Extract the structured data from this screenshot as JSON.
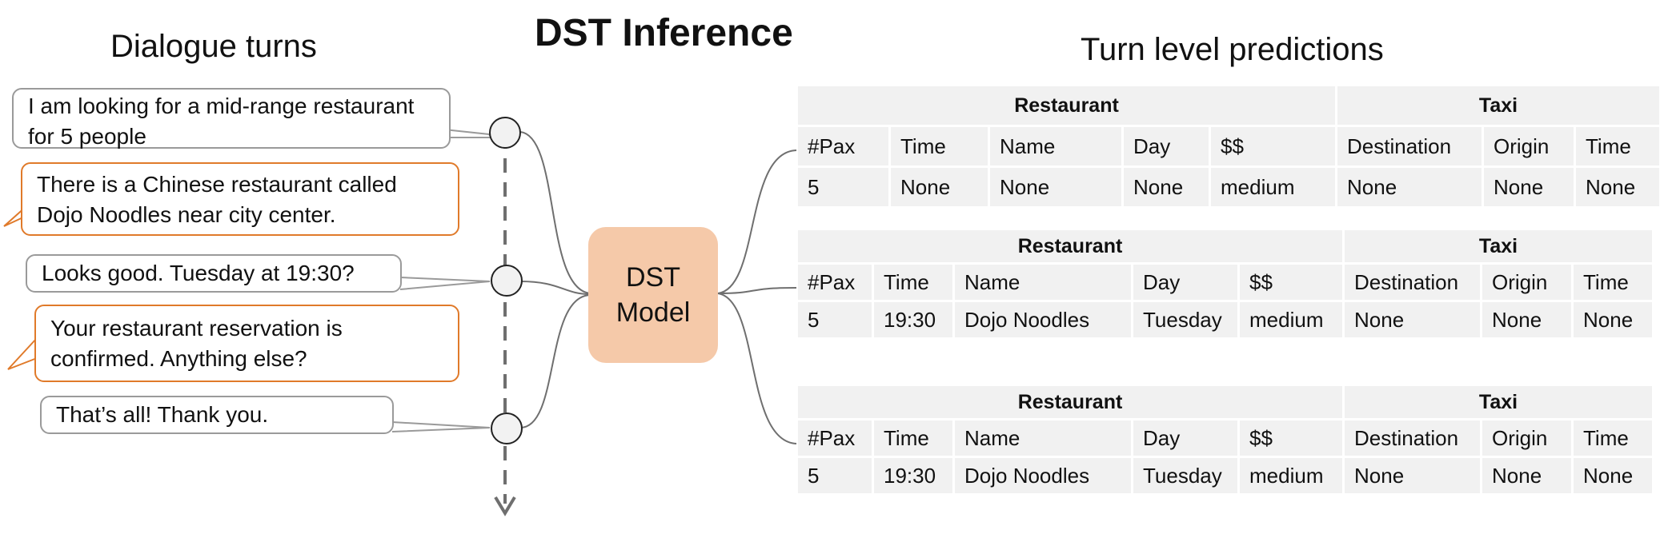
{
  "title": "DST Inference",
  "dialogue_heading": "Dialogue turns",
  "predictions_heading": "Turn level predictions",
  "model_label_line1": "DST",
  "model_label_line2": "Model",
  "turns": [
    {
      "speaker": "user",
      "line1": "I am looking for a mid-range restaurant",
      "line2": "for 5 people"
    },
    {
      "speaker": "system",
      "line1": "There is a Chinese restaurant called",
      "line2": "Dojo Noodles near city center."
    },
    {
      "speaker": "user",
      "line1": "Looks good. Tuesday at 19:30?"
    },
    {
      "speaker": "system",
      "line1": "Your restaurant reservation is",
      "line2": "confirmed. Anything else?"
    },
    {
      "speaker": "user",
      "line1": "That’s all! Thank you."
    }
  ],
  "tables": [
    {
      "domain_restaurant": "Restaurant",
      "domain_taxi": "Taxi",
      "headers": [
        "#Pax",
        "Time",
        "Name",
        "Day",
        "$$",
        "Destination",
        "Origin",
        "Time"
      ],
      "values": [
        "5",
        "None",
        "None",
        "None",
        "medium",
        "None",
        "None",
        "None"
      ]
    },
    {
      "domain_restaurant": "Restaurant",
      "domain_taxi": "Taxi",
      "headers": [
        "#Pax",
        "Time",
        "Name",
        "Day",
        "$$",
        "Destination",
        "Origin",
        "Time"
      ],
      "values": [
        "5",
        "19:30",
        "Dojo Noodles",
        "Tuesday",
        "medium",
        "None",
        "None",
        "None"
      ]
    },
    {
      "domain_restaurant": "Restaurant",
      "domain_taxi": "Taxi",
      "headers": [
        "#Pax",
        "Time",
        "Name",
        "Day",
        "$$",
        "Destination",
        "Origin",
        "Time"
      ],
      "values": [
        "5",
        "19:30",
        "Dojo Noodles",
        "Tuesday",
        "medium",
        "None",
        "None",
        "None"
      ]
    }
  ],
  "colors": {
    "system_border": "#e07a2a",
    "user_border": "#9a9a9a",
    "model_fill": "#f5c9a9",
    "table_cell": "#f1f1f1"
  }
}
